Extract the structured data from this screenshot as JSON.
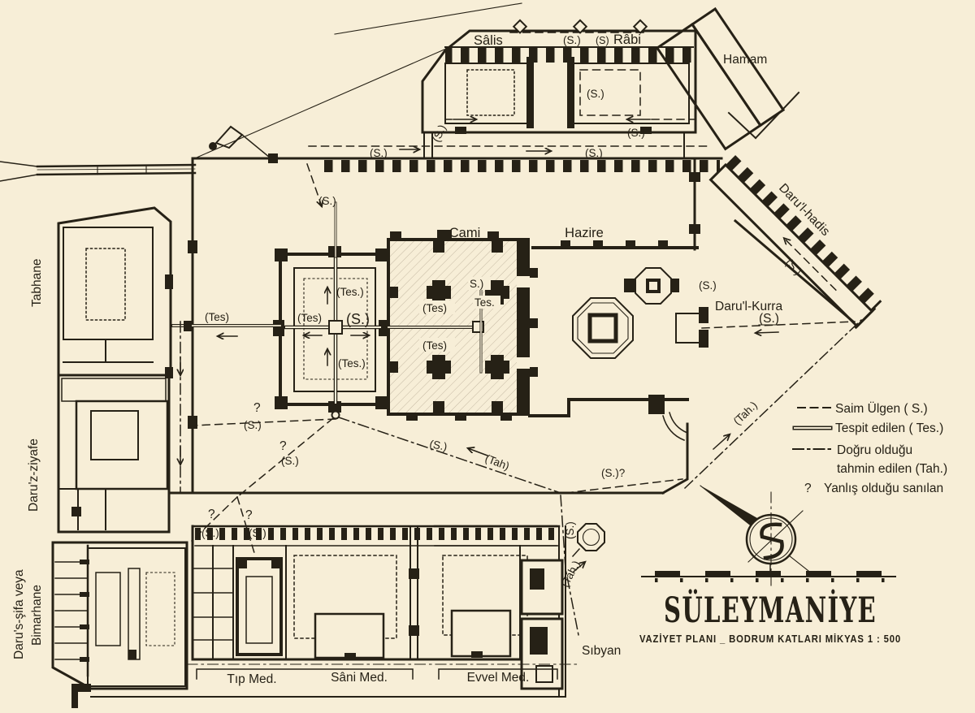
{
  "title": {
    "main": "SÜLEYMANİYE",
    "subtitle": "VAZİYET PLANI _ BODRUM KATLARI MİKYAS 1 : 500"
  },
  "buildings": {
    "salis": "Sâlis",
    "rabi": "Râbi",
    "hamam": "Hamam",
    "darul_hadis": "Daru'l-hadis",
    "tabhane": "Tabhane",
    "daruz_ziyafe": "Daru'z-ziyafe",
    "darus_sifa_1": "Daru's-şifa veya",
    "darus_sifa_2": "Bimarhane",
    "cami": "Cami",
    "hazire": "Hazire",
    "darul_kurra": "Daru'l-Kurra",
    "sibyan": "Sıbyan",
    "tip_med": "Tıp Med.",
    "sani_med": "Sâni Med.",
    "evvel_med": "Evvel Med."
  },
  "symbols": {
    "s": "(S.)",
    "s_np": "(S)",
    "s_half": "S.)",
    "s_q": "(S.)?",
    "tes": "(Tes.)",
    "tes_short": "(Tes)",
    "tes_bare": "Tes.",
    "tah": "(Tah.)",
    "tah_short": "(Tah)",
    "q": "?"
  },
  "legend": {
    "saim": "Saim Ülgen ( S.)",
    "tespit": "Tespit edilen ( Tes.)",
    "dogru_1": "Doğru olduğu",
    "dogru_2": "tahmin edilen (Tah.)",
    "yanlis_q": "?",
    "yanlis": "Yanlış olduğu sanılan"
  }
}
